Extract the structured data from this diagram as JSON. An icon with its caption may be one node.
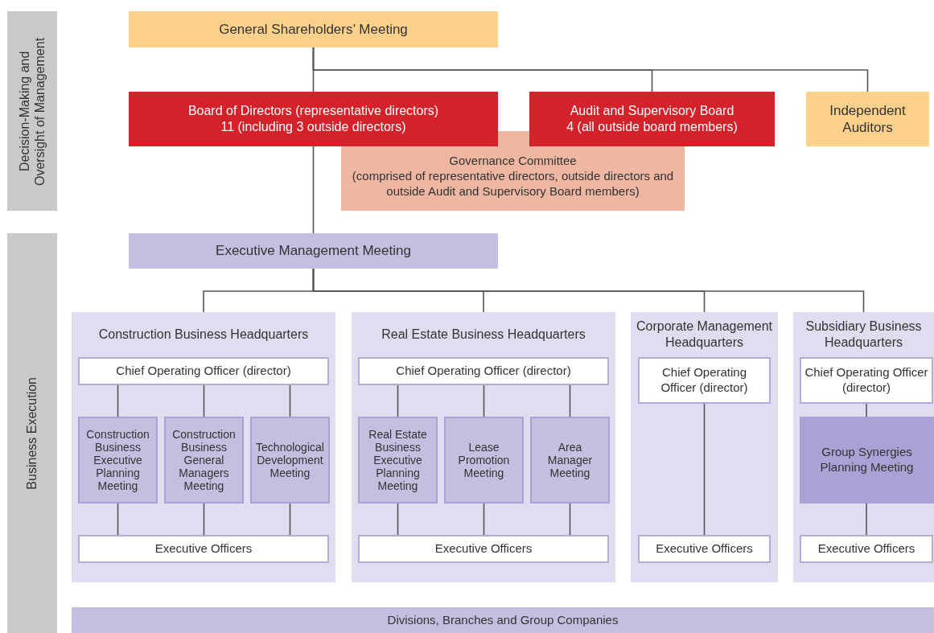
{
  "diagram": {
    "nodes": [
      {
        "text": [
          "Decision-Making and Oversight of Management"
        ]
      },
      {
        "text": [
          "Business Execution"
        ]
      },
      {
        "text": [
          "General Shareholders’ Meeting"
        ]
      },
      {
        "text": [
          "Board of Directors (representative directors)",
          "11 (including 3 outside directors)"
        ]
      },
      {
        "text": [
          "Audit and Supervisory Board",
          "4 (all outside board members)"
        ]
      },
      {
        "text": [
          "Independent Auditors"
        ]
      },
      {
        "text": [
          "Governance Committee",
          "(comprised of representative directors, outside directors and outside Audit and Supervisory Board members)"
        ]
      },
      {
        "text": [
          "Executive Management Meeting"
        ]
      },
      {
        "text": [
          "Construction Business Headquarters"
        ]
      },
      {
        "text": [
          "Chief Operating Officer (director)"
        ],
        "in": 8
      },
      {
        "text": [
          "Construction Business Executive Planning Meeting"
        ],
        "in": 8
      },
      {
        "text": [
          "Construction Business General Managers Meeting"
        ],
        "in": 8
      },
      {
        "text": [
          "Technological Development Meeting"
        ],
        "in": 8
      },
      {
        "text": [
          "Executive Officers"
        ],
        "in": 8
      },
      {
        "text": [
          "Real Estate Business Headquarters"
        ]
      },
      {
        "text": [
          "Chief Operating Officer (director)"
        ],
        "in": 14
      },
      {
        "text": [
          "Real Estate Business Executive Planning Meeting"
        ],
        "in": 14
      },
      {
        "text": [
          "Lease Promotion Meeting"
        ],
        "in": 14
      },
      {
        "text": [
          "Area Manager Meeting"
        ],
        "in": 14
      },
      {
        "text": [
          "Executive Officers"
        ],
        "in": 14
      },
      {
        "text": [
          "Corporate Management Headquarters"
        ]
      },
      {
        "text": [
          "Chief Operating Officer (director)"
        ],
        "in": 20
      },
      {
        "text": [
          "Executive Officers"
        ],
        "in": 20
      },
      {
        "text": [
          "Subsidiary Business Headquarters"
        ]
      },
      {
        "text": [
          "Chief Operating Officer (director)"
        ],
        "in": 23
      },
      {
        "text": [
          "Group Synergies Planning Meeting"
        ],
        "in": 23
      },
      {
        "text": [
          "Executive Officers"
        ],
        "in": 23
      },
      {
        "text": [
          "Divisions, Branches and Group Companies"
        ]
      }
    ],
    "edges": [
      {
        "from": 2,
        "to": 3,
        "arrow": "none"
      },
      {
        "from": 2,
        "to": 4,
        "arrow": "none"
      },
      {
        "from": 2,
        "to": 5,
        "arrow": "none"
      },
      {
        "from": 3,
        "to": 7,
        "arrow": "none"
      },
      {
        "from": 7,
        "to": 8,
        "arrow": "none"
      },
      {
        "from": 7,
        "to": 14,
        "arrow": "none"
      },
      {
        "from": 7,
        "to": 20,
        "arrow": "none"
      },
      {
        "from": 7,
        "to": 23,
        "arrow": "none"
      },
      {
        "from": 9,
        "to": 10,
        "arrow": "none"
      },
      {
        "from": 9,
        "to": 11,
        "arrow": "none"
      },
      {
        "from": 9,
        "to": 12,
        "arrow": "none"
      },
      {
        "from": 10,
        "to": 13,
        "arrow": "none"
      },
      {
        "from": 11,
        "to": 13,
        "arrow": "none"
      },
      {
        "from": 12,
        "to": 13,
        "arrow": "none"
      },
      {
        "from": 15,
        "to": 16,
        "arrow": "none"
      },
      {
        "from": 15,
        "to": 17,
        "arrow": "none"
      },
      {
        "from": 15,
        "to": 18,
        "arrow": "none"
      },
      {
        "from": 16,
        "to": 19,
        "arrow": "none"
      },
      {
        "from": 17,
        "to": 19,
        "arrow": "none"
      },
      {
        "from": 18,
        "to": 19,
        "arrow": "none"
      },
      {
        "from": 21,
        "to": 22,
        "arrow": "none"
      },
      {
        "from": 24,
        "to": 25,
        "arrow": "none"
      },
      {
        "from": 25,
        "to": 26,
        "arrow": "none"
      }
    ]
  }
}
